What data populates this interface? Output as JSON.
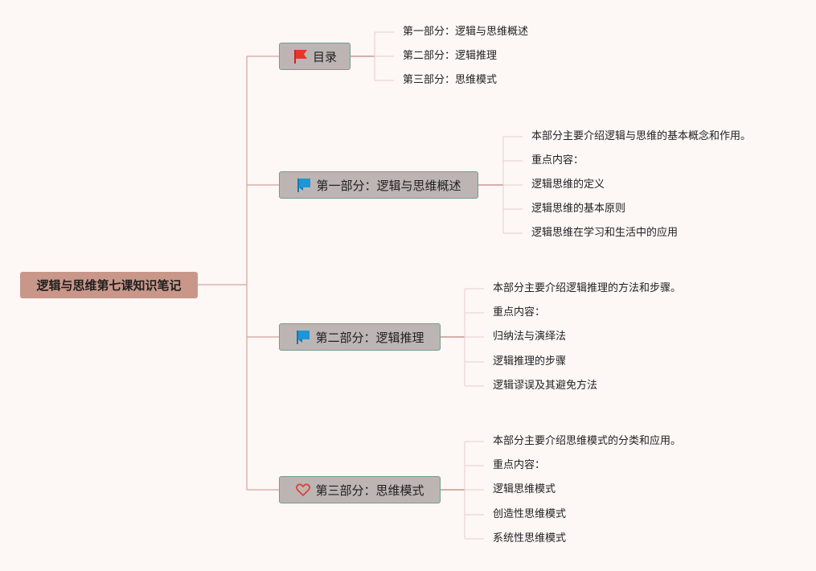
{
  "root": {
    "title": "逻辑与思维第七课知识笔记"
  },
  "branches": [
    {
      "title": "目录",
      "icon": "red-flag-icon",
      "children": [
        "第一部分：逻辑与思维概述",
        "第二部分：逻辑推理",
        "第三部分：思维模式"
      ]
    },
    {
      "title": "第一部分：逻辑与思维概述",
      "icon": "blue-flag-icon",
      "children": [
        "本部分主要介绍逻辑与思维的基本概念和作用。",
        "重点内容：",
        "逻辑思维的定义",
        "逻辑思维的基本原则",
        "逻辑思维在学习和生活中的应用"
      ]
    },
    {
      "title": "第二部分：逻辑推理",
      "icon": "blue-flag-icon",
      "children": [
        "本部分主要介绍逻辑推理的方法和步骤。",
        "重点内容：",
        "归纳法与演绎法",
        "逻辑推理的步骤",
        "逻辑谬误及其避免方法"
      ]
    },
    {
      "title": "第三部分：思维模式",
      "icon": "heart-icon",
      "children": [
        "本部分主要介绍思维模式的分类和应用。",
        "重点内容：",
        "逻辑思维模式",
        "创造性思维模式",
        "系统性思维模式"
      ]
    }
  ],
  "colors": {
    "root_fill": "#c9978a",
    "branch_fill": "#bdb5b3",
    "branch_border": "#6fa08d",
    "main_connector": "#d9b3a8",
    "branch_connector": "#c8988d",
    "leaf_connector": "#e3cfca",
    "red_flag": "#e8352b",
    "blue_flag": "#1d96d8",
    "heart": "#d9433a"
  }
}
